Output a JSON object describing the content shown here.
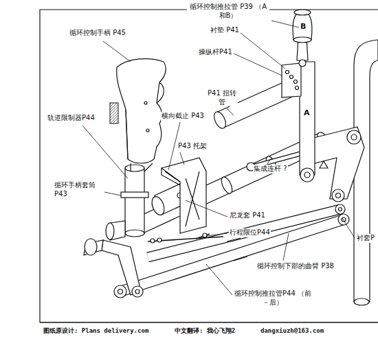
{
  "diagram": {
    "labels": [
      "循环控制手柄 P45",
      "循环控制推拉管 P39 （A和B）",
      "B",
      "衬垫 P41",
      "操纵杆P41",
      "A",
      "P41 扭转管",
      "横向截止 P43",
      "P43 托架",
      "轨道限制器P44",
      "循环手柄套筒 P43",
      "集成连杆 ?",
      "尼龙套 P41",
      "行程限位P44",
      "衬套P",
      "循环控制下部的曲臂 P38",
      "循环控制推拉管P44 （前－后）",
      "图纸原设计: Plans delivery.com",
      "中文翻译: 我心飞翔2",
      "dangxiuzh@163.com"
    ]
  }
}
